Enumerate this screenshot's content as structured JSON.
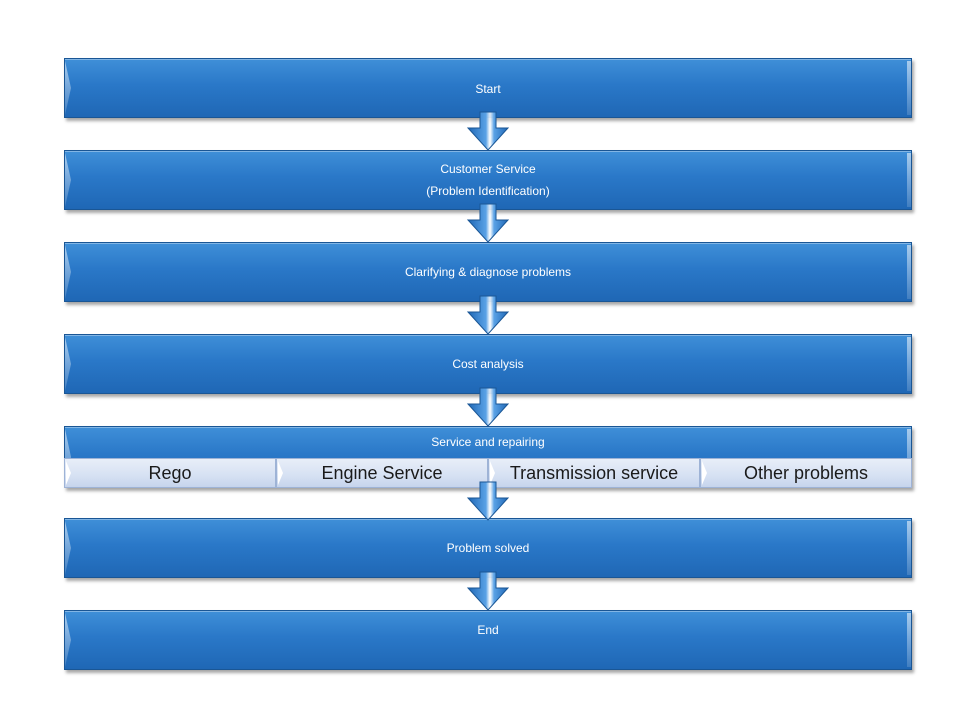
{
  "diagram": {
    "steps": [
      {
        "id": "start",
        "lines": [
          "Start"
        ]
      },
      {
        "id": "customer-service",
        "lines": [
          "Customer Service",
          "(Problem Identification)"
        ]
      },
      {
        "id": "clarifying",
        "lines": [
          "Clarifying & diagnose problems"
        ]
      },
      {
        "id": "cost-analysis",
        "lines": [
          "Cost analysis"
        ]
      },
      {
        "id": "service-repairing",
        "lines": [
          "Service and repairing"
        ],
        "sub_items": [
          "Rego",
          "Engine Service",
          "Transmission service",
          "Other problems"
        ]
      },
      {
        "id": "problem-solved",
        "lines": [
          "Problem solved"
        ]
      },
      {
        "id": "end",
        "lines": [
          "End"
        ]
      }
    ],
    "colors": {
      "bar_blue": "#2a78c8",
      "bar_border": "#1a5695",
      "sub_item_bg": "#d6e1f3",
      "text_white": "#ffffff"
    }
  }
}
